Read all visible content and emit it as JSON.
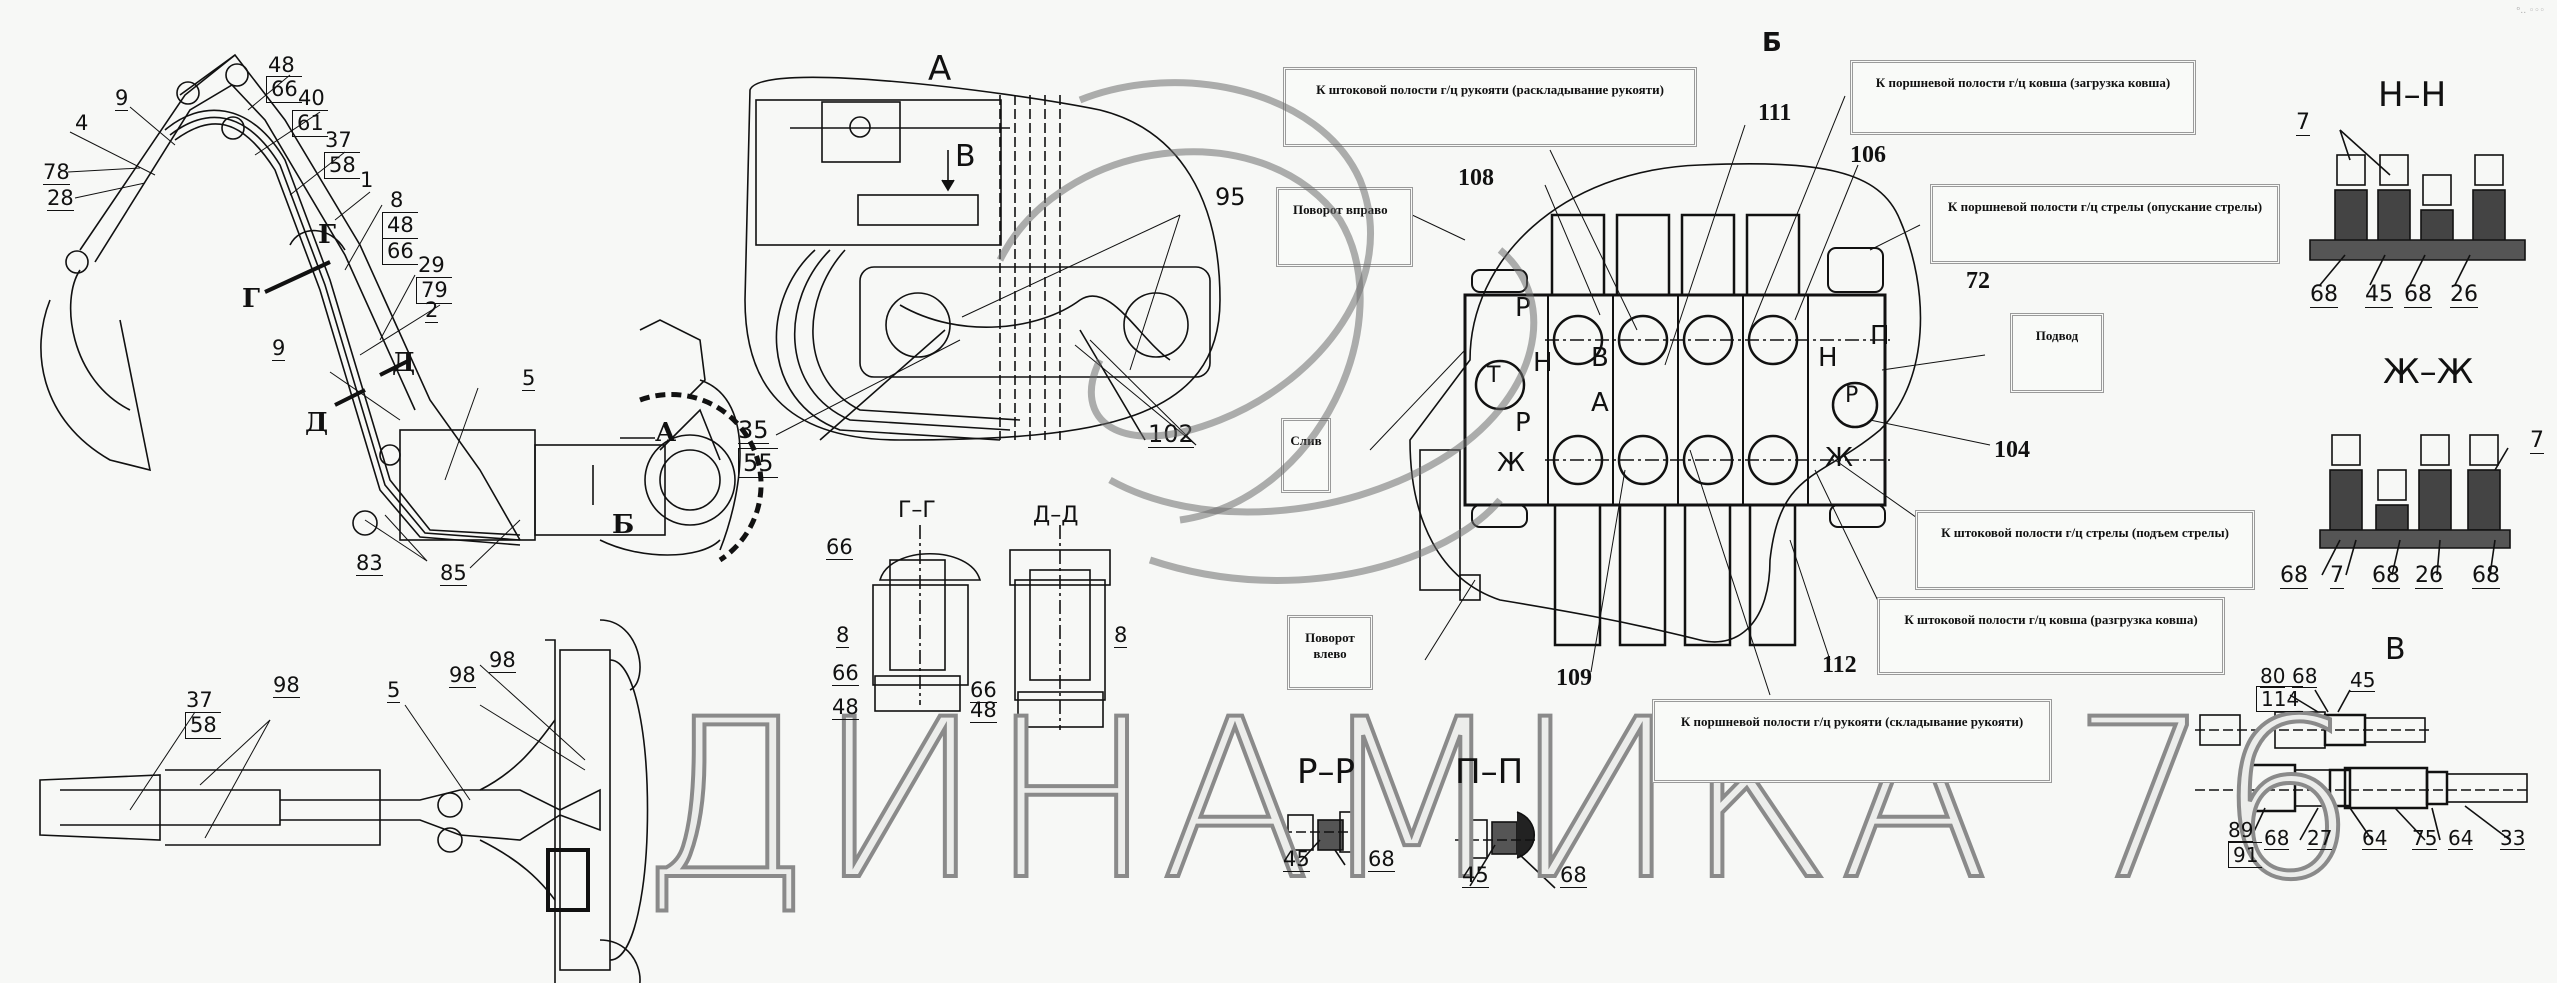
{
  "corner_mark": "ᵒ‥ ◦◦◦",
  "watermark": "ДИНАМИКА 76",
  "sections": {
    "A": "А",
    "B_view": "Б",
    "V": "В",
    "GG": "Г–Г",
    "DD": "Д–Д",
    "RR": "Р–Р",
    "PP": "П–П",
    "NN": "Н–Н",
    "ZhZh": "Ж–Ж"
  },
  "section_marks": {
    "G": "Г",
    "D": "Д",
    "A_arrow": "А",
    "B_arrow": "Б",
    "V_arrow": "В"
  },
  "side_view_labels": {
    "l4": "4",
    "l9a": "9",
    "l78": "78",
    "l28": "28",
    "l48a": "48",
    "l66a": "66",
    "l40": "40",
    "l61": "61",
    "l37": "37",
    "l58": "58",
    "l1": "1",
    "l8": "8",
    "l48b": "48",
    "l66b": "66",
    "l29": "29",
    "l79": "79",
    "l2": "2",
    "l9b": "9",
    "l5": "5",
    "l83": "83",
    "l85": "85"
  },
  "top_view_labels": {
    "l37": "37",
    "l58": "58",
    "l98a": "98",
    "l5": "5",
    "l98b": "98",
    "l98c": "98"
  },
  "view_a_labels": {
    "l95": "95",
    "l35": "35",
    "l55": "55",
    "l102": "102"
  },
  "gg_labels": {
    "l66a": "66",
    "l8": "8",
    "l66b": "66",
    "l48": "48"
  },
  "dd_labels": {
    "l66": "66",
    "l48": "48",
    "l8": "8"
  },
  "rr_labels": {
    "l45": "45",
    "l68": "68"
  },
  "pp_labels": {
    "l45": "45",
    "l68": "68"
  },
  "valve_numbers": {
    "n108": "108",
    "n111": "111",
    "n106": "106",
    "n72": "72",
    "n104": "104",
    "n109": "109",
    "n112": "112"
  },
  "valve_ports": {
    "P1": "Р",
    "T": "Т",
    "H1": "Н",
    "B": "В",
    "A": "А",
    "P2": "Р",
    "Zh1": "Ж",
    "H2": "Н",
    "P3": "П",
    "P4": "Р",
    "Zh2": "Ж"
  },
  "notes": {
    "n1": "К штоковой полости г/ц рукояти (раскладывание рукояти)",
    "n2": "К поршневой полости г/ц ковша (загрузка ковша)",
    "n3": "Поворот вправо",
    "n4": "К поршневой полости г/ц стрелы (опускание стрелы)",
    "n5": "Подвод",
    "n6": "Слив",
    "n7": "К штоковой полости г/ц стрелы (подъем стрелы)",
    "n8": "Поворот влево",
    "n9": "К штоковой полости г/ц ковша (разгрузка ковша)",
    "n10": "К поршневой  полости г/ц рукояти (складывание рукояти)"
  },
  "nn_labels": {
    "l7": "7",
    "l68a": "68",
    "l45": "45",
    "l68b": "68",
    "l26": "26"
  },
  "zhzh_labels": {
    "l7top": "7",
    "l68a": "68",
    "l7": "7",
    "l68b": "68",
    "l26": "26",
    "l68c": "68"
  },
  "v_labels": {
    "l80": "80",
    "l114": "114",
    "l68a": "68",
    "l45": "45",
    "l89": "89",
    "l91": "91",
    "l68b": "68",
    "l27": "27",
    "l64a": "64",
    "l75": "75",
    "l64b": "64",
    "l33": "33"
  },
  "colors": {
    "ink": "#111111",
    "paper": "#f7f8f6",
    "watermark": "#8a8a8a",
    "note_border": "#9a9a9a"
  }
}
